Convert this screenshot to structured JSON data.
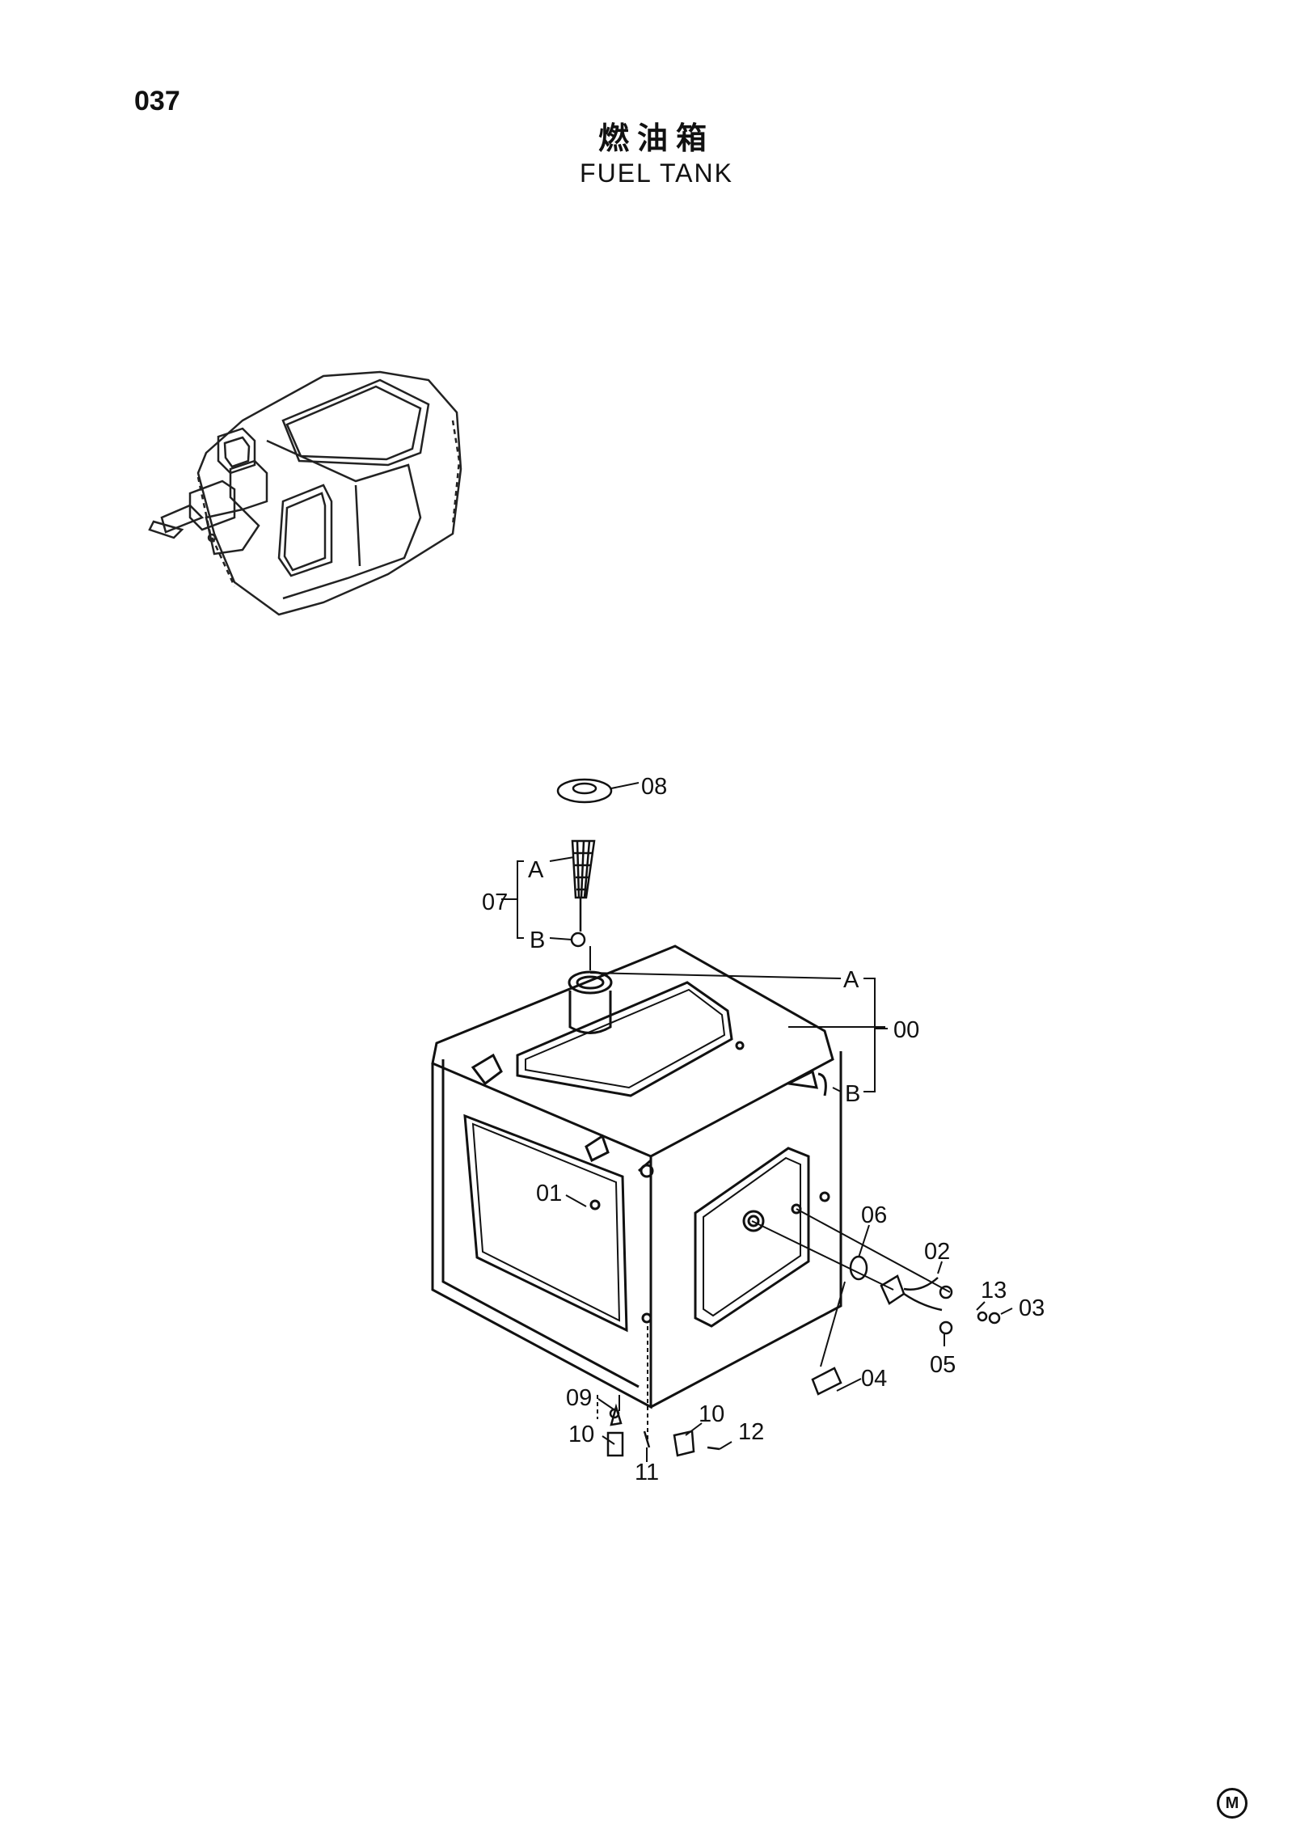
{
  "page_number": "037",
  "title_zh": "燃油箱",
  "title_en": "FUEL TANK",
  "corner_mark": "M",
  "callouts": {
    "c00": "00",
    "c01": "01",
    "c02": "02",
    "c03": "03",
    "c04": "04",
    "c05": "05",
    "c06": "06",
    "c07": "07",
    "c08": "08",
    "c09": "09",
    "c10a": "10",
    "c10b": "10",
    "c11": "11",
    "c12": "12",
    "c13": "13",
    "A1": "A",
    "A2": "A",
    "B1": "B",
    "B2": "B"
  }
}
